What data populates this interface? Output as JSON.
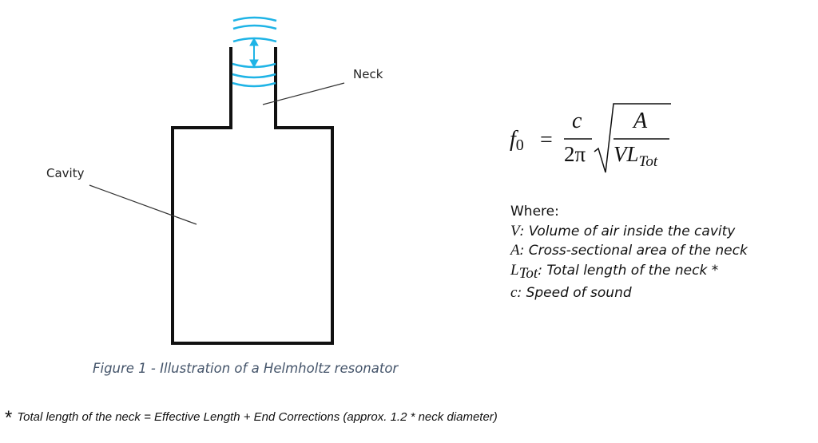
{
  "diagram": {
    "title": "Helmholtz resonator illustration",
    "labels": {
      "neck": "Neck",
      "cavity": "Cavity"
    },
    "colors": {
      "outline": "#111111",
      "wave": "#1fb4e6",
      "caption": "#44546a"
    }
  },
  "formula": {
    "lhs": "f",
    "lhs_sub": "0",
    "equals": "=",
    "numerator": "c",
    "denominator": "2π",
    "root_numerator": "A",
    "root_denominator_main": "VL",
    "root_denominator_sub": "Tot"
  },
  "definitions": {
    "heading": "Where:",
    "items": [
      {
        "symbol": "V",
        "symbol_sub": "",
        "text": ": Volume of air inside the cavity"
      },
      {
        "symbol": "A",
        "symbol_sub": "",
        "text": ": Cross-sectional area of the neck"
      },
      {
        "symbol": "L",
        "symbol_sub": "Tot",
        "text": ": Total length of the neck *"
      },
      {
        "symbol": "c",
        "symbol_sub": "",
        "text": ": Speed of sound"
      }
    ]
  },
  "caption": "Figure 1 - Illustration of a Helmholtz resonator",
  "footnote": {
    "marker": "*",
    "text": "Total length of the neck = Effective Length + End Corrections (approx. 1.2 * neck diameter)"
  }
}
